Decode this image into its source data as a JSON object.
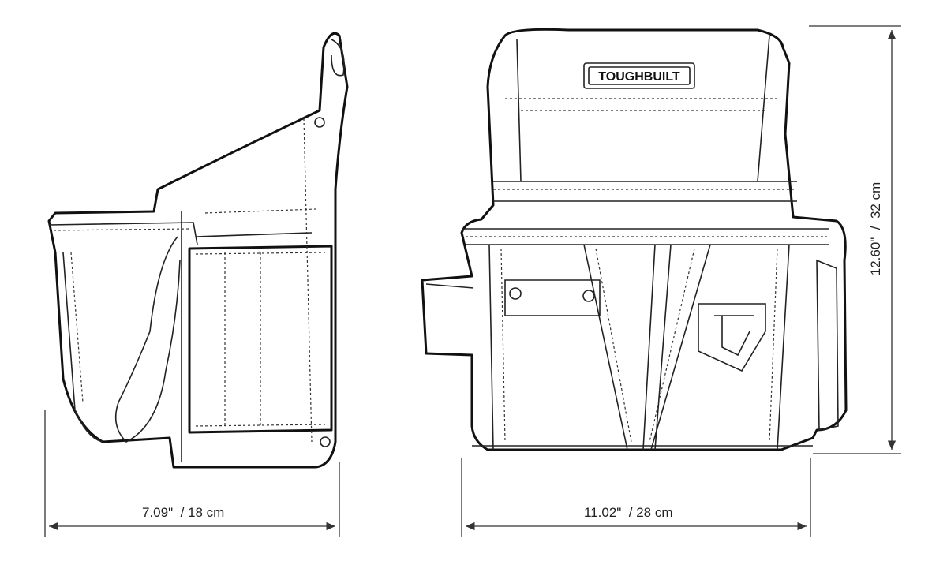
{
  "brand_label": "TOUGHBUILT",
  "dimensions": {
    "side_width": "7.09\"  / 18 cm",
    "front_width": "11.02\"  / 28 cm",
    "height": "12.60\"  /  32 cm"
  }
}
